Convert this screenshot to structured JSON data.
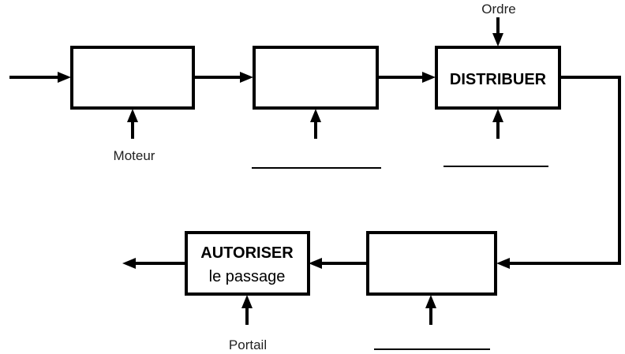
{
  "blocks": {
    "block1": {
      "text": ""
    },
    "block2": {
      "text": ""
    },
    "block3": {
      "text": "DISTRIBUER"
    },
    "block4": {
      "text": ""
    },
    "block5": {
      "line1": "AUTORISER",
      "line2": "le passage"
    }
  },
  "inputs": {
    "moteur": "Moteur",
    "ordre": "Ordre",
    "portail": "Portail"
  }
}
